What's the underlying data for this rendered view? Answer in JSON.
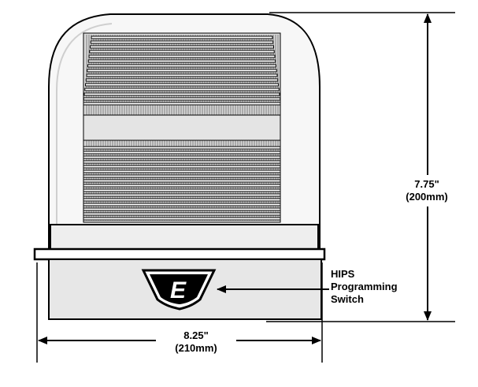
{
  "diagram": {
    "height_dimension": {
      "imperial": "7.75\"",
      "metric": "(200mm)"
    },
    "width_dimension": {
      "imperial": "8.25\"",
      "metric": "(210mm)"
    },
    "callout": {
      "line1": "HIPS",
      "line2": "Programming",
      "line3": "Switch"
    },
    "logo_letter": "E",
    "colors": {
      "line": "#000000",
      "lens": "#f4f4f4",
      "base": "#e6e6e6",
      "fresnel": "#7a7a7a"
    }
  }
}
